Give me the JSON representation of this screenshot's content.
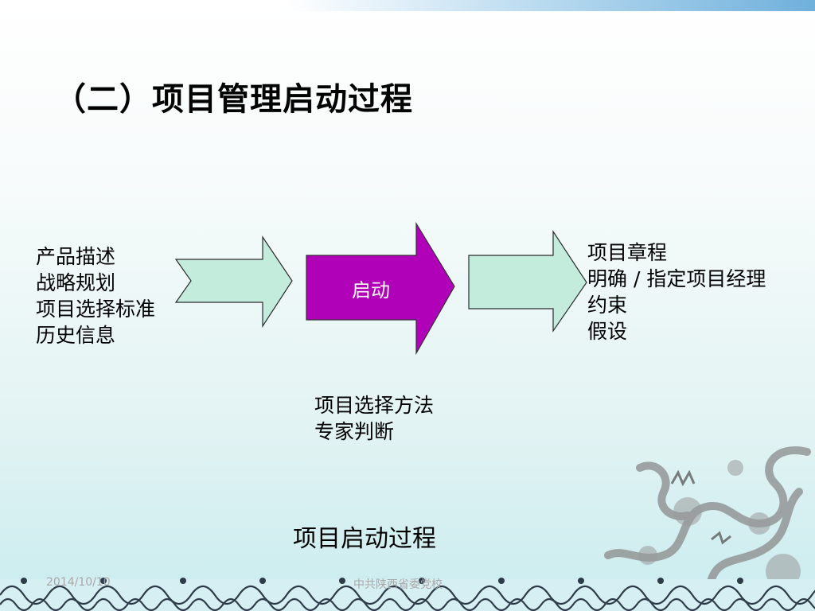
{
  "slide": {
    "title": "（二）项目管理启动过程",
    "inputs": [
      "产品描述",
      "战略规划",
      "项目选择标准",
      "历史信息"
    ],
    "process_label": "启动",
    "outputs": [
      "项目章程",
      "明确 / 指定项目经理",
      "约束",
      "假设"
    ],
    "tools": [
      "项目选择方法",
      "专家判断"
    ],
    "caption": "项目启动过程"
  },
  "footer": {
    "date": "2014/10/10",
    "org": "中共陕西省委党校"
  },
  "colors": {
    "side_arrow_fill": "#c3ecdc",
    "center_arrow_fill": "#b000b8",
    "text": "#000000"
  }
}
